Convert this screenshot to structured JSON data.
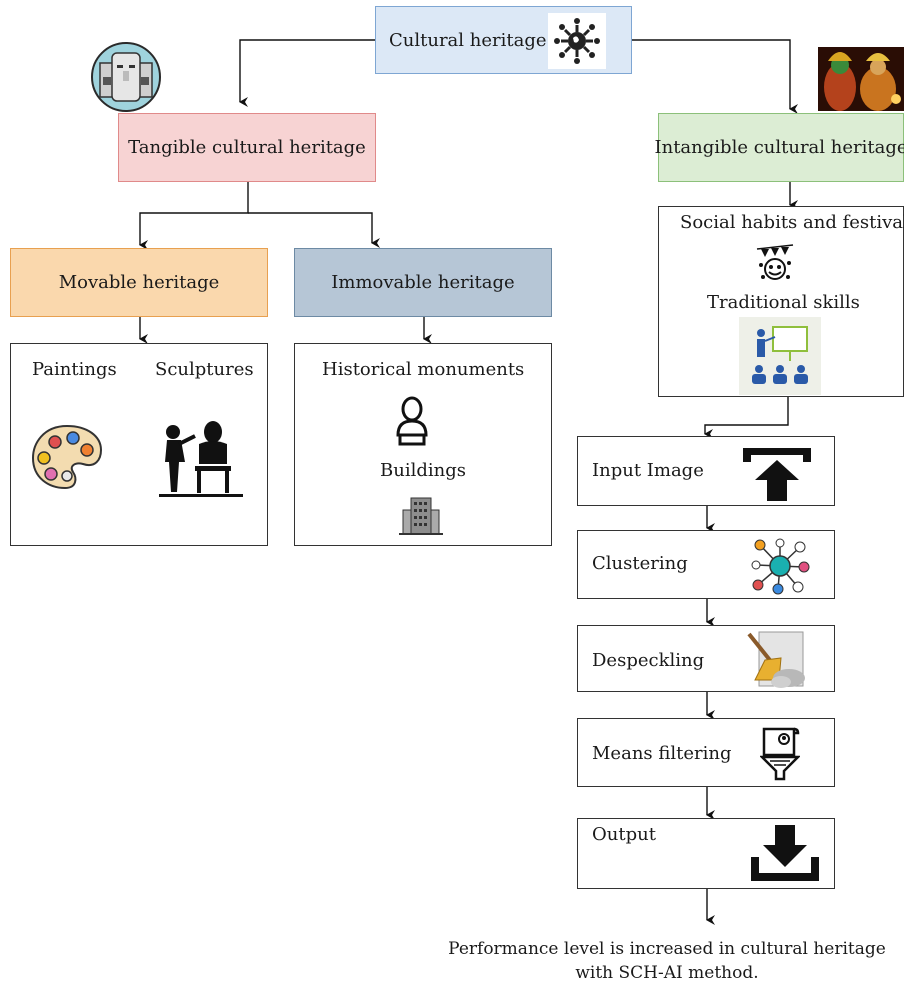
{
  "root": {
    "label": "Cultural heritage",
    "icon": "globe-people-icon",
    "fill": "#dce8f6",
    "stroke": "#7ea6d3"
  },
  "tangible": {
    "label": "Tangible cultural heritage",
    "icon": "statues-icon",
    "fill": "#f7d3d3",
    "stroke": "#e08a8a"
  },
  "intangible": {
    "label": "Intangible cultural heritage",
    "icon": "dancers-photo",
    "fill": "#dcedd4",
    "stroke": "#8cc07a"
  },
  "movable": {
    "label": "Movable heritage",
    "fill": "#fad8ad",
    "stroke": "#e8a050",
    "items": [
      {
        "label": "Paintings",
        "icon": "palette-icon"
      },
      {
        "label": "Sculptures",
        "icon": "sculptor-icon"
      }
    ]
  },
  "immovable": {
    "label": "Immovable heritage",
    "fill": "#b6c6d6",
    "stroke": "#6d8aa4",
    "items": [
      {
        "label": "Historical monuments",
        "icon": "bust-icon"
      },
      {
        "label": "Buildings",
        "icon": "building-icon"
      }
    ]
  },
  "intangible_detail": {
    "items": [
      {
        "label": "Social habits and festival",
        "icon": "festival-icon"
      },
      {
        "label": "Traditional skills",
        "icon": "teaching-icon"
      }
    ]
  },
  "pipeline": [
    {
      "label": "Input Image",
      "icon": "upload-icon"
    },
    {
      "label": "Clustering",
      "icon": "cluster-network-icon"
    },
    {
      "label": "Despeckling",
      "icon": "broom-icon"
    },
    {
      "label": "Means filtering",
      "icon": "filter-funnel-icon"
    },
    {
      "label": "Output",
      "icon": "download-icon"
    }
  ],
  "conclusion": {
    "line1": "Performance level is increased in cultural heritage",
    "line2": "with SCH-AI method."
  }
}
